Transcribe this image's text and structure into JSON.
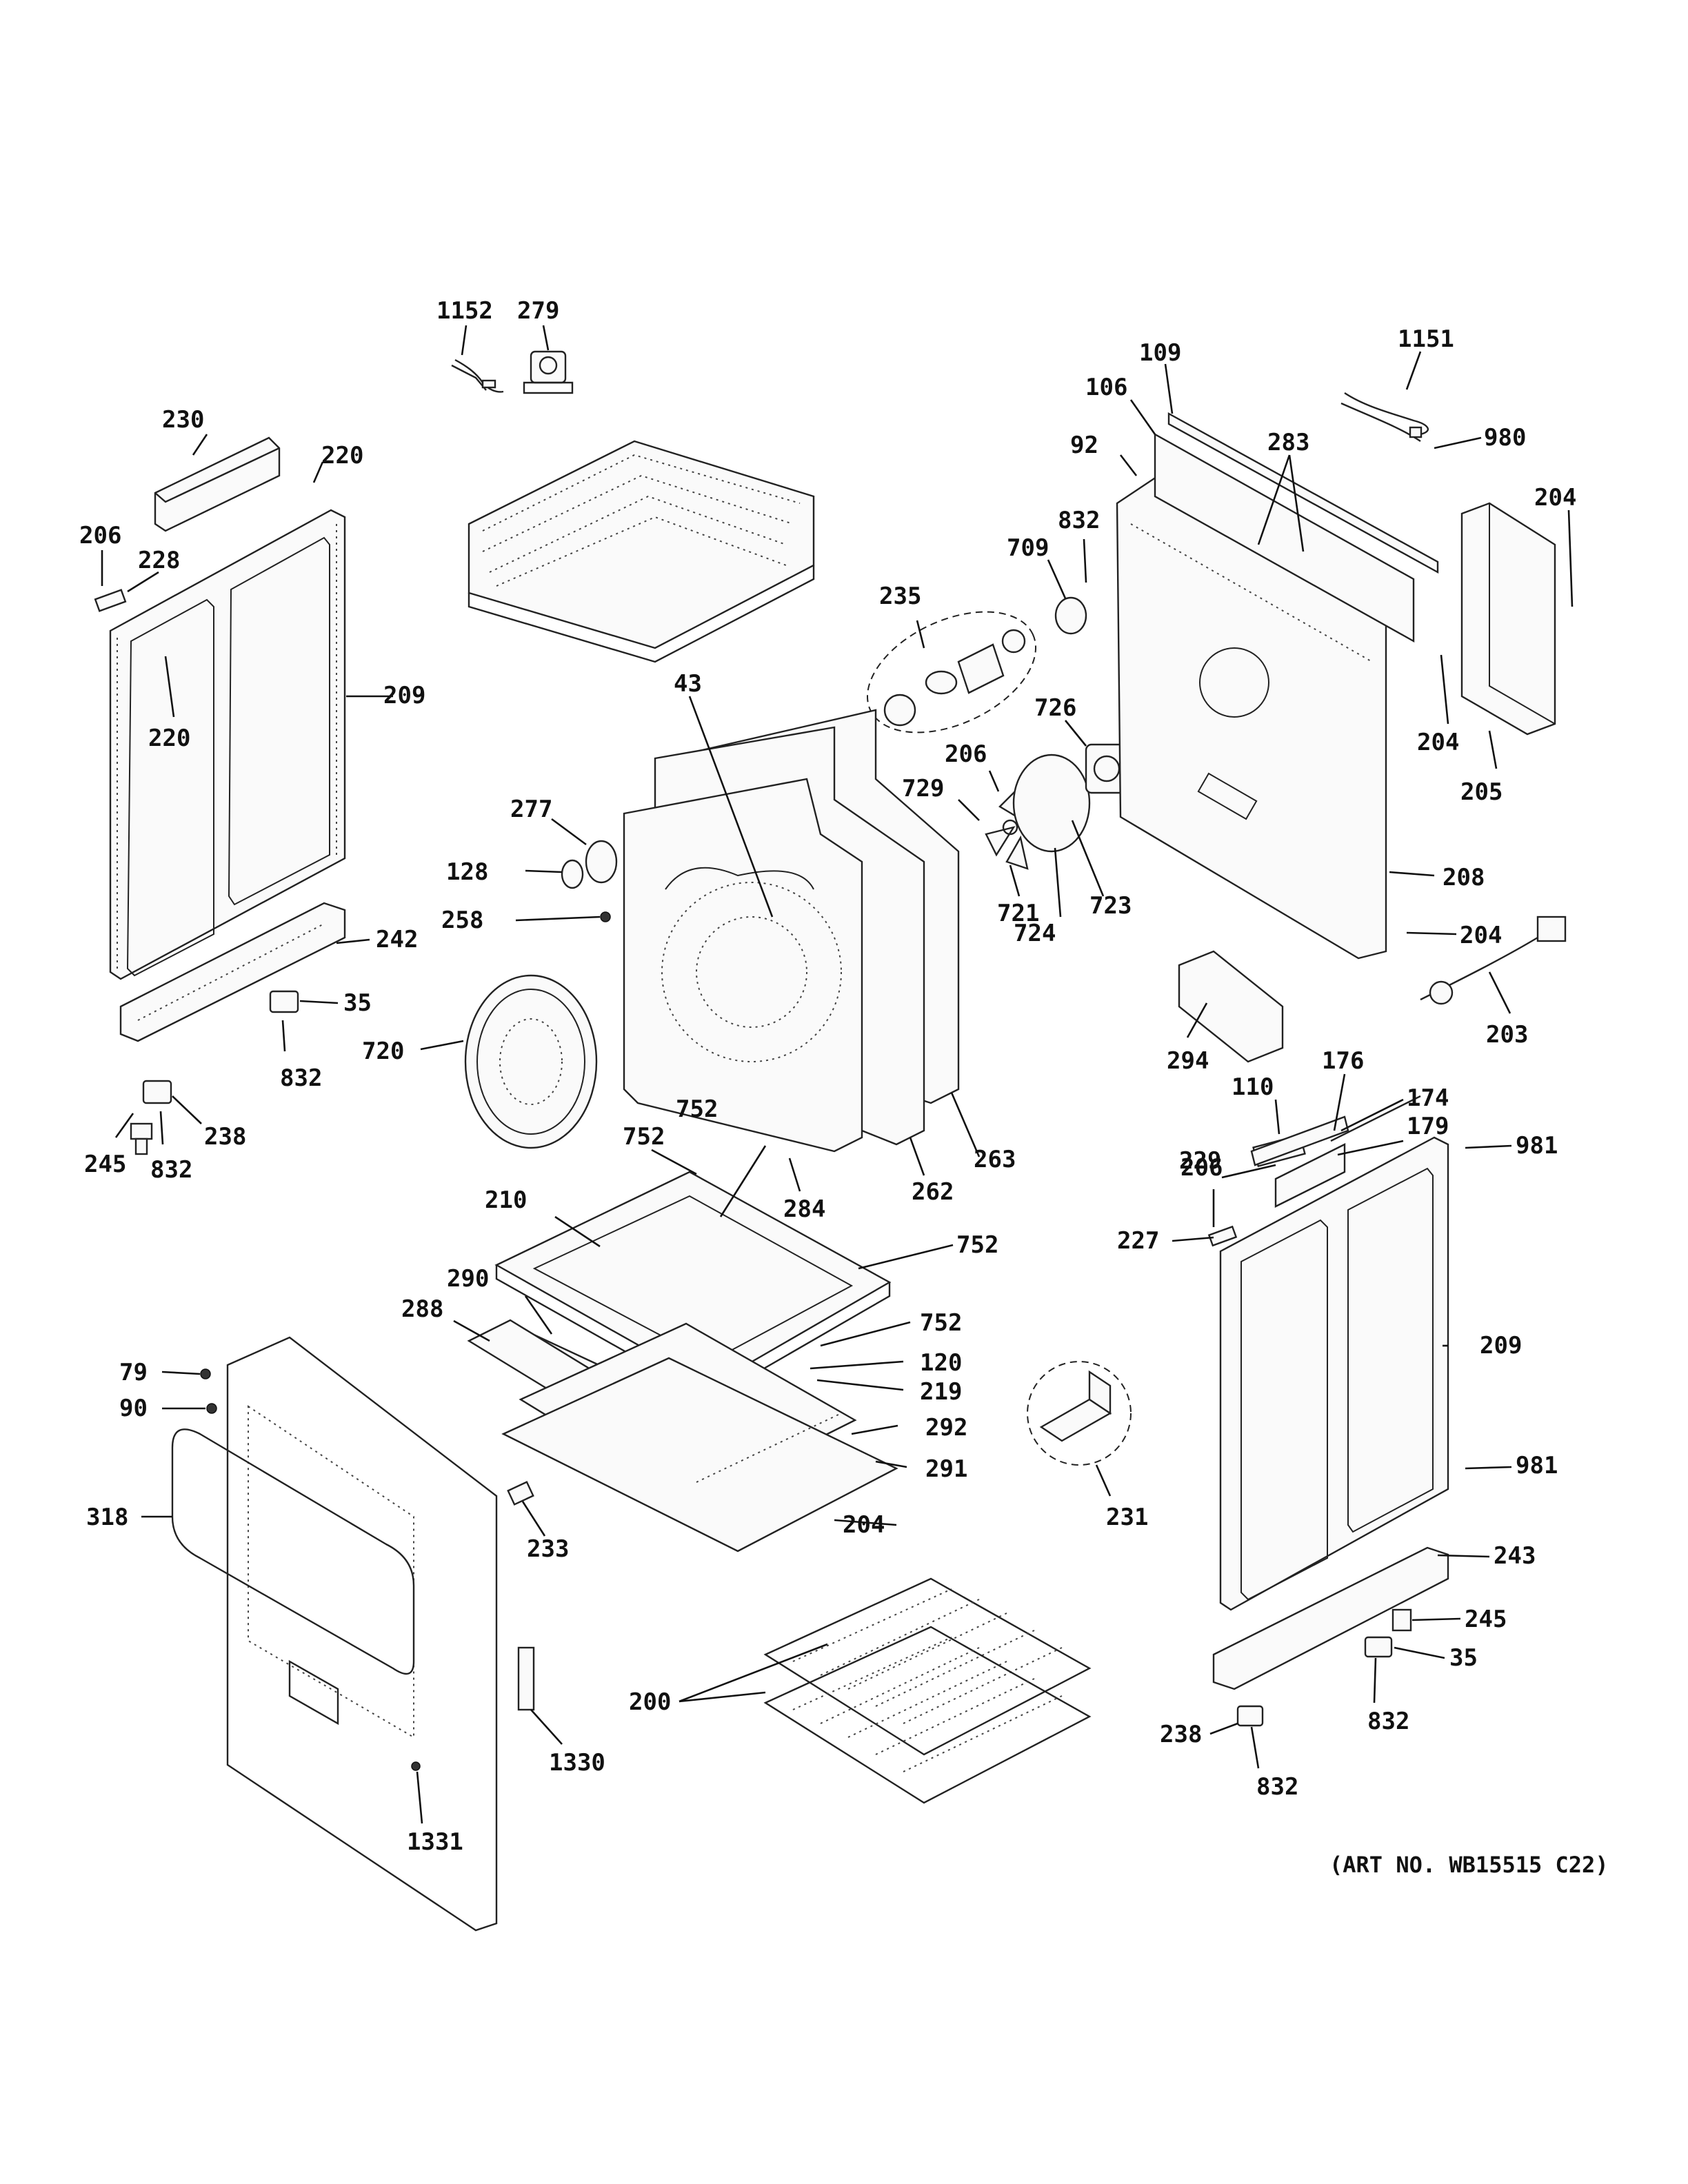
{
  "art_number": "(ART NO. WB15515 C22)",
  "callouts": [
    {
      "id": "c1152",
      "text": "1152"
    },
    {
      "id": "c279",
      "text": "279"
    },
    {
      "id": "c230",
      "text": "230"
    },
    {
      "id": "c220a",
      "text": "220"
    },
    {
      "id": "c206a",
      "text": "206"
    },
    {
      "id": "c228",
      "text": "228"
    },
    {
      "id": "c220b",
      "text": "220"
    },
    {
      "id": "c209a",
      "text": "209"
    },
    {
      "id": "c242",
      "text": "242"
    },
    {
      "id": "c35a",
      "text": "35"
    },
    {
      "id": "c832a",
      "text": "832"
    },
    {
      "id": "c245a",
      "text": "245"
    },
    {
      "id": "c832b",
      "text": "832"
    },
    {
      "id": "c238a",
      "text": "238"
    },
    {
      "id": "c109",
      "text": "109"
    },
    {
      "id": "c1151",
      "text": "1151"
    },
    {
      "id": "c106",
      "text": "106"
    },
    {
      "id": "c283",
      "text": "283"
    },
    {
      "id": "c980",
      "text": "980"
    },
    {
      "id": "c92",
      "text": "92"
    },
    {
      "id": "c832c",
      "text": "832"
    },
    {
      "id": "c204a",
      "text": "204"
    },
    {
      "id": "c709",
      "text": "709"
    },
    {
      "id": "c235",
      "text": "235"
    },
    {
      "id": "c43",
      "text": "43"
    },
    {
      "id": "c726",
      "text": "726"
    },
    {
      "id": "c204b",
      "text": "204"
    },
    {
      "id": "c205",
      "text": "205"
    },
    {
      "id": "c206b",
      "text": "206"
    },
    {
      "id": "c277",
      "text": "277"
    },
    {
      "id": "c729",
      "text": "729"
    },
    {
      "id": "c128",
      "text": "128"
    },
    {
      "id": "c208",
      "text": "208"
    },
    {
      "id": "c258",
      "text": "258"
    },
    {
      "id": "c723",
      "text": "723"
    },
    {
      "id": "c724",
      "text": "724"
    },
    {
      "id": "c721",
      "text": "721"
    },
    {
      "id": "c204c",
      "text": "204"
    },
    {
      "id": "c720",
      "text": "720"
    },
    {
      "id": "c294",
      "text": "294"
    },
    {
      "id": "c203",
      "text": "203"
    },
    {
      "id": "c176",
      "text": "176"
    },
    {
      "id": "c110",
      "text": "110"
    },
    {
      "id": "c752a",
      "text": "752"
    },
    {
      "id": "c752b",
      "text": "752"
    },
    {
      "id": "c174",
      "text": "174"
    },
    {
      "id": "c229",
      "text": "229"
    },
    {
      "id": "c179",
      "text": "179"
    },
    {
      "id": "c263",
      "text": "263"
    },
    {
      "id": "c262",
      "text": "262"
    },
    {
      "id": "c981a",
      "text": "981"
    },
    {
      "id": "c206c",
      "text": "206"
    },
    {
      "id": "c284",
      "text": "284"
    },
    {
      "id": "c210",
      "text": "210"
    },
    {
      "id": "c227",
      "text": "227"
    },
    {
      "id": "c752c",
      "text": "752"
    },
    {
      "id": "c290",
      "text": "290"
    },
    {
      "id": "c288",
      "text": "288"
    },
    {
      "id": "c752d",
      "text": "752"
    },
    {
      "id": "c209b",
      "text": "209"
    },
    {
      "id": "c79",
      "text": "79"
    },
    {
      "id": "c120",
      "text": "120"
    },
    {
      "id": "c219",
      "text": "219"
    },
    {
      "id": "c90",
      "text": "90"
    },
    {
      "id": "c292",
      "text": "292"
    },
    {
      "id": "c981b",
      "text": "981"
    },
    {
      "id": "c291",
      "text": "291"
    },
    {
      "id": "c318",
      "text": "318"
    },
    {
      "id": "c231",
      "text": "231"
    },
    {
      "id": "c204d",
      "text": "204"
    },
    {
      "id": "c233",
      "text": "233"
    },
    {
      "id": "c243",
      "text": "243"
    },
    {
      "id": "c245b",
      "text": "245"
    },
    {
      "id": "c35b",
      "text": "35"
    },
    {
      "id": "c200",
      "text": "200"
    },
    {
      "id": "c832d",
      "text": "832"
    },
    {
      "id": "c238b",
      "text": "238"
    },
    {
      "id": "c1330",
      "text": "1330"
    },
    {
      "id": "c832e",
      "text": "832"
    },
    {
      "id": "c1331",
      "text": "1331"
    }
  ]
}
